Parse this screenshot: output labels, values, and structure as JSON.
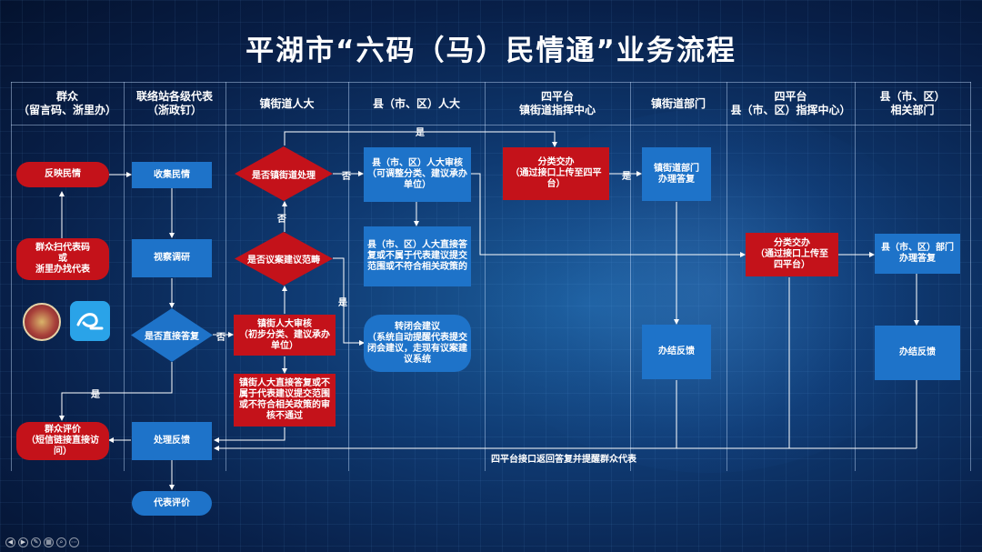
{
  "title": "平湖市“六码（马）民情通”业务流程",
  "columns": [
    {
      "line1": "群众",
      "line2": "（留言码、浙里办）"
    },
    {
      "line1": "联络站各级代表",
      "line2": "（浙政钉）"
    },
    {
      "line1": "镇街道人大",
      "line2": ""
    },
    {
      "line1": "县（市、区）人大",
      "line2": ""
    },
    {
      "line1": "四平台",
      "line2": "镇街道指挥中心"
    },
    {
      "line1": "镇街道部门",
      "line2": ""
    },
    {
      "line1": "四平台",
      "line2": "县（市、区）指挥中心）"
    },
    {
      "line1": "县（市、区）",
      "line2": "相关部门"
    }
  ],
  "nodes": {
    "report": "反映民情",
    "scan": "群众扫代表码\n或\n浙里办找代表",
    "feedback_eval": "群众评价\n（短信链接直接访问）",
    "collect": "收集民情",
    "investigate": "视察调研",
    "direct_reply": "是否直接答复",
    "handle_feedback": "处理反馈",
    "rep_eval": "代表评价",
    "town_handle": "是否镇街道处理",
    "proposal_scope": "是否议案建议范畴",
    "town_review": "镇街人大审核\n（初步分类、建议承办单位）",
    "town_reply": "镇街人大直接答复或不属于代表建议提交范围或不符合相关政策的审核不通过",
    "county_review": "县（市、区）人大审核\n（可调整分类、建议承办单位）",
    "county_reply": "县（市、区）人大直接答复或不属于代表建议提交范围或不符合相关政策的",
    "to_proposal": "转闭会建议\n（系统自动提醒代表提交闭会建议，走现有议案建议系统",
    "classify_town": "分类交办\n（通过接口上传至四平台）",
    "town_dept_handle": "镇街道部门\n办理答复",
    "town_done": "办结反馈",
    "classify_county": "分类交办\n（通过接口上传至\n四平台）",
    "county_dept_handle": "县（市、区）部门\n办理答复",
    "county_done": "办结反馈"
  },
  "labels": {
    "yes": "是",
    "no": "否",
    "return_note": "四平台接口返回答复并提醒群众代表"
  },
  "icons": [
    "qr-seal-icon",
    "zheliban-app-icon"
  ],
  "colors": {
    "box_blue": "#1e73c9",
    "box_red": "#c4121a",
    "background": "#0b2a5a"
  }
}
